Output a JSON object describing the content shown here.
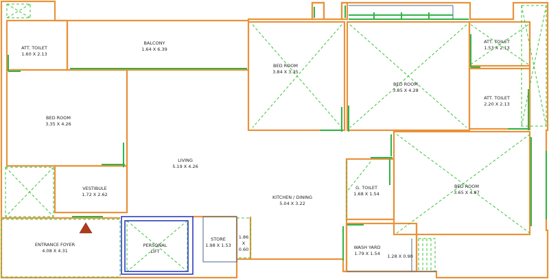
{
  "colors": {
    "wall": "#e8923a",
    "window": "#2db34a",
    "shaft": "#39c339",
    "lift": "#2b3bbf",
    "arrow": "#b03a1a",
    "text": "#222222"
  },
  "rooms": [
    {
      "id": "att-toilet-1",
      "name": "ATT. TOILET",
      "size": "1.60 X 2.13"
    },
    {
      "id": "balcony",
      "name": "BALCONY",
      "size": "1.64 X 6.39"
    },
    {
      "id": "bedroom-1",
      "name": "BED ROOM",
      "size": "3.84 X 3.35"
    },
    {
      "id": "bedroom-2",
      "name": "BED ROOM",
      "size": "3.85 X 4.28"
    },
    {
      "id": "att-toilet-2",
      "name": "ATT. TOILET",
      "size": "1.53 X 2.13"
    },
    {
      "id": "att-toilet-3",
      "name": "ATT. TOILET",
      "size": "2.20 X 2.13"
    },
    {
      "id": "bedroom-3",
      "name": "BED ROOM",
      "size": "3.35 X 4.26"
    },
    {
      "id": "living",
      "name": "LIVING",
      "size": "5.19 X 4.26"
    },
    {
      "id": "vestibule",
      "name": "VESTIBULE",
      "size": "1.72 X 2.62"
    },
    {
      "id": "kitchen-dining",
      "name": "KITCHEN / DINING",
      "size": "5.04 X 3.22"
    },
    {
      "id": "g-toilet",
      "name": "G. TOILET",
      "size": "1.68 X 1.54"
    },
    {
      "id": "bedroom-4",
      "name": "BED ROOM",
      "size": "3.65 X 4.87"
    },
    {
      "id": "entrance-foyer",
      "name": "ENTRANCE FOYER",
      "size": "4.08 X 4.31"
    },
    {
      "id": "personal-lift",
      "name": "PERSONAL",
      "size": "LIFT"
    },
    {
      "id": "store",
      "name": "STORE",
      "size": "1.98 X 1.53"
    },
    {
      "id": "wash-yard",
      "name": "WASH YARD",
      "size": "1.79 X 1.54"
    }
  ],
  "dimensions": {
    "duct_1": {
      "top": "1.86",
      "middle": "X",
      "bottom": "0.60"
    },
    "duct_2": "1.28 X 0.90"
  }
}
